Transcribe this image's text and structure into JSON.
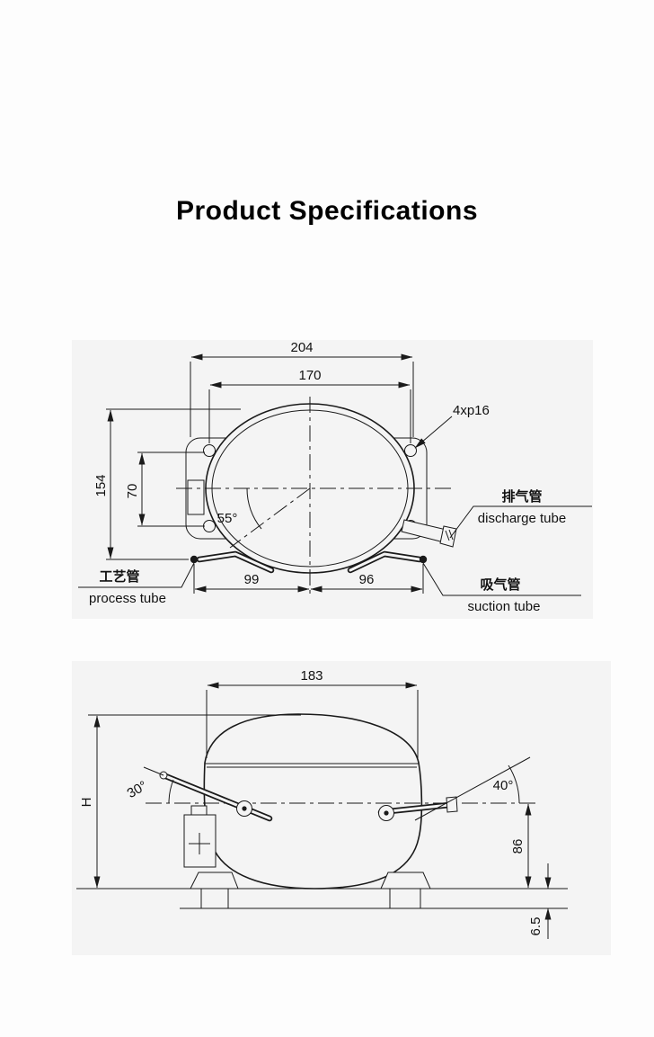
{
  "page": {
    "title": "Product Specifications"
  },
  "colors": {
    "line": "#1a1a1a",
    "panel": "#f4f4f4"
  },
  "top_view": {
    "dim_204": "204",
    "dim_170": "170",
    "dim_154": "154",
    "dim_70": "70",
    "angle_55": "55°",
    "dim_99": "99",
    "dim_96": "96",
    "callout_4xp16": "4xp16",
    "discharge_cn": "排气管",
    "discharge_en": "discharge tube",
    "process_cn": "工艺管",
    "process_en": "process tube",
    "suction_cn": "吸气管",
    "suction_en": "suction  tube"
  },
  "side_view": {
    "dim_183": "183",
    "dim_H": "H",
    "angle_30": "30°",
    "angle_40": "40°",
    "dim_86": "86",
    "dim_6_5": "6.5"
  }
}
